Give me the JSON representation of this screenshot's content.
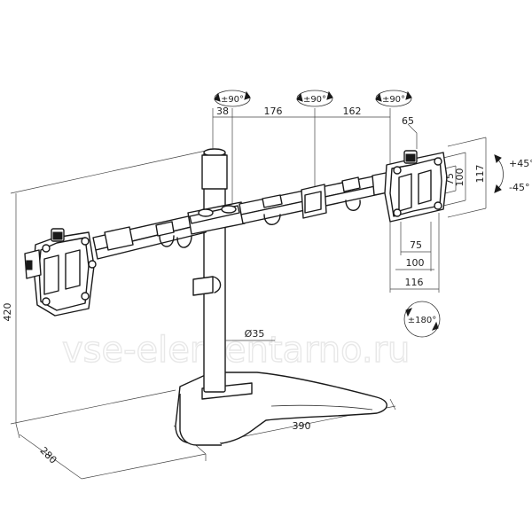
{
  "dimensions": {
    "arm_segment_1": "38",
    "arm_segment_2": "176",
    "arm_segment_3": "162",
    "plate_offset": "65",
    "vesa_h_75": "75",
    "vesa_h_100": "100",
    "plate_width": "116",
    "vesa_v_75": "75",
    "vesa_v_100": "100",
    "plate_height": "117",
    "total_height": "420",
    "base_depth": "280",
    "base_width": "390",
    "pole_diameter": "Ø35"
  },
  "rotations": {
    "joint_1": "±90°",
    "joint_2": "±90°",
    "joint_3": "±90°",
    "tilt_up": "+45°",
    "tilt_down": "-45°",
    "swivel": "±180°"
  },
  "watermark": "vse-elementarno.ru",
  "colors": {
    "line": "#1a1a1a",
    "background": "#ffffff",
    "watermark_stroke": "#e6e6e6"
  }
}
